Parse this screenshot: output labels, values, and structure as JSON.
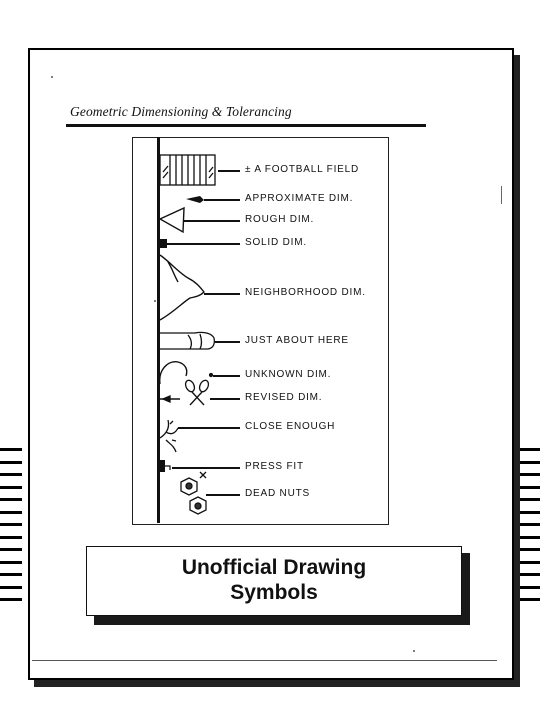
{
  "header": {
    "title": "Geometric Dimensioning & Tolerancing"
  },
  "symbols": [
    {
      "label": "± A FOOTBALL FIELD",
      "icon": "football-field-icon"
    },
    {
      "label": "APPROXIMATE  DIM.",
      "icon": "smudge-arrow-icon"
    },
    {
      "label": "ROUGH DIM.",
      "icon": "triangle-arrow-icon"
    },
    {
      "label": "SOLID DIM.",
      "icon": "solid-square-icon"
    },
    {
      "label": "NEIGHBORHOOD  DIM.",
      "icon": "wide-blob-icon"
    },
    {
      "label": "JUST  ABOUT  HERE",
      "icon": "pointing-hand-icon"
    },
    {
      "label": "UNKNOWN   DIM.",
      "icon": "question-hook-icon"
    },
    {
      "label": "REVISED  DIM.",
      "icon": "scissors-icon"
    },
    {
      "label": "CLOSE  ENOUGH",
      "icon": "splatter-icon"
    },
    {
      "label": "PRESS FIT",
      "icon": "press-fit-icon"
    },
    {
      "label": "DEAD NUTS",
      "icon": "hex-nuts-icon"
    }
  ],
  "title_box": {
    "line1": "Unofficial Drawing",
    "line2": "Symbols"
  }
}
